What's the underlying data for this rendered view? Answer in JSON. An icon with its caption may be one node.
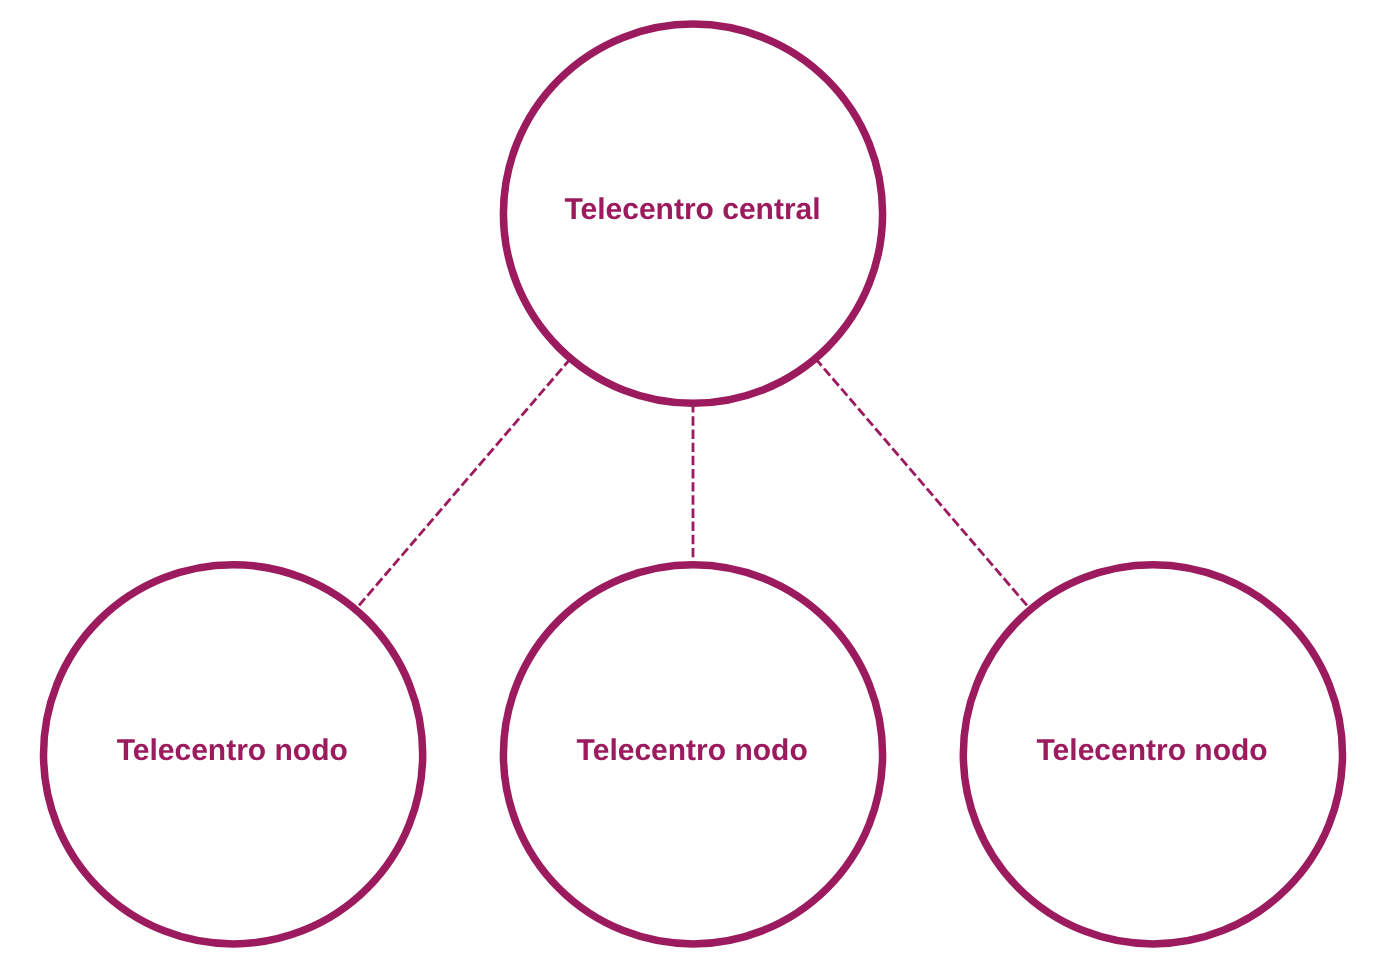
{
  "diagram": {
    "nodes": [
      {
        "text": [
          "Telecentro central"
        ]
      },
      {
        "text": [
          "Telecentro nodo"
        ]
      },
      {
        "text": [
          "Telecentro nodo"
        ]
      },
      {
        "text": [
          "Telecentro nodo"
        ]
      }
    ],
    "edges": [
      {
        "from": 0,
        "to": 1,
        "arrow": "none",
        "style": "dashed"
      },
      {
        "from": 0,
        "to": 2,
        "arrow": "none",
        "style": "dashed"
      },
      {
        "from": 0,
        "to": 3,
        "arrow": "none",
        "style": "dashed"
      }
    ]
  }
}
